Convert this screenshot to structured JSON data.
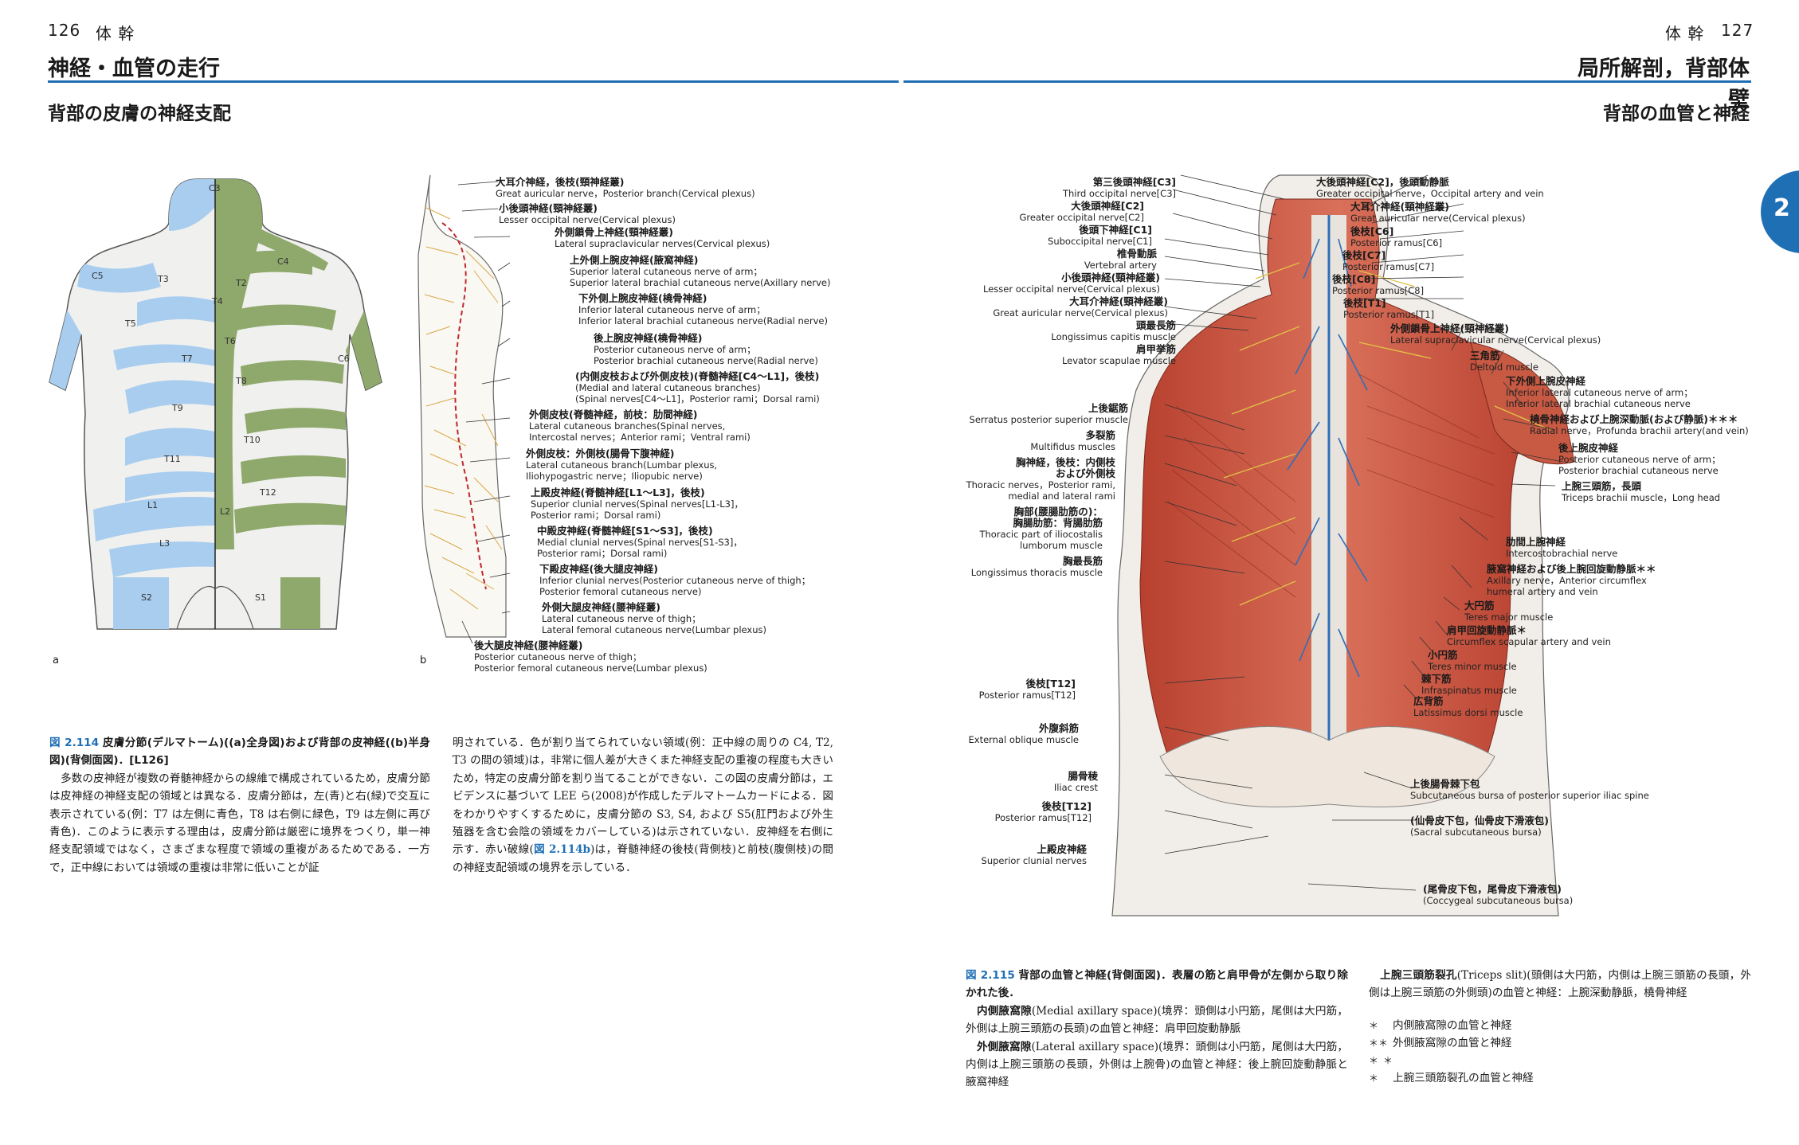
{
  "header": {
    "left_page_number": "126",
    "left_running_title": "体 幹",
    "right_running_title": "体 幹",
    "right_page_number": "127",
    "left_title": "神経・血管の走行",
    "right_title": "局所解剖，背部体壁",
    "left_subtitle": "背部の皮膚の神経支配",
    "right_subtitle": "背部の血管と神経",
    "chapter_tab": "2"
  },
  "figure_a": {
    "panel_label": "a",
    "zones": [
      "C3",
      "C5",
      "T3",
      "T5",
      "T7",
      "T9",
      "T11",
      "L1",
      "L3",
      "S2",
      "C4",
      "T2",
      "T4",
      "T6",
      "T8",
      "C6",
      "T10",
      "T12",
      "L2",
      "S1"
    ]
  },
  "figure_b": {
    "panel_label": "b",
    "labels": [
      {
        "jp": "大耳介神経，後枝(頸神経叢)",
        "en": "Great auricular nerve，Posterior branch(Cervical plexus)"
      },
      {
        "jp": "小後頭神経(頸神経叢)",
        "en": "Lesser occipital nerve(Cervical plexus)"
      },
      {
        "jp": "外側鎖骨上神経(頸神経叢)",
        "en": "Lateral supraclavicular nerves(Cervical plexus)"
      },
      {
        "jp": "上外側上腕皮神経(腋窩神経)",
        "en": "Superior lateral cutaneous nerve of arm；",
        "en2": "Superior lateral brachial cutaneous nerve(Axillary nerve)"
      },
      {
        "jp": "下外側上腕皮神経(橈骨神経)",
        "en": "Inferior lateral cutaneous nerve of arm；",
        "en2": "Inferior lateral brachial cutaneous nerve(Radial nerve)"
      },
      {
        "jp": "後上腕皮神経(橈骨神経)",
        "en": "Posterior cutaneous nerve of arm；",
        "en2": "Posterior brachial cutaneous nerve(Radial nerve)"
      },
      {
        "jp": "(内側皮枝および外側皮枝)(脊髄神経[C4～L1]，後枝)",
        "en": "(Medial and lateral cutaneous branches)",
        "en2": "(Spinal nerves[C4～L1]，Posterior rami；Dorsal rami)"
      },
      {
        "jp": "外側皮枝(脊髄神経，前枝：肋間神経)",
        "en": "Lateral cutaneous branches(Spinal nerves,",
        "en2": "Intercostal nerves；Anterior rami；Ventral rami)"
      },
      {
        "jp": "外側皮枝：外側枝(腸骨下腹神経)",
        "en": "Lateral cutaneous branch(Lumbar plexus,",
        "en2": "Iliohypogastric nerve；Iliopubic nerve)"
      },
      {
        "jp": "上殿皮神経(脊髄神経[L1～L3]，後枝)",
        "en": "Superior clunial nerves(Spinal nerves[L1-L3]，",
        "en2": "Posterior rami；Dorsal rami)"
      },
      {
        "jp": "中殿皮神経(脊髄神経[S1～S3]，後枝)",
        "en": "Medial clunial nerves(Spinal nerves[S1-S3]，",
        "en2": "Posterior rami；Dorsal rami)"
      },
      {
        "jp": "下殿皮神経(後大腿皮神経)",
        "en": "Inferior clunial nerves(Posterior cutaneous nerve of thigh；",
        "en2": "Posterior femoral cutaneous nerve)"
      },
      {
        "jp": "外側大腿皮神経(腰神経叢)",
        "en": "Lateral cutaneous nerve of thigh；",
        "en2": "Lateral femoral cutaneous nerve(Lumbar plexus)"
      },
      {
        "jp": "後大腿皮神経(腰神経叢)",
        "en": "Posterior cutaneous nerve of thigh；",
        "en2": "Posterior femoral cutaneous nerve(Lumbar plexus)"
      }
    ]
  },
  "figure_115_left_labels": [
    {
      "jp": "第三後頭神経[C3]",
      "en": "Third occipital nerve[C3]"
    },
    {
      "jp": "大後頭神経[C2]",
      "en": "Greater occipital nerve[C2]"
    },
    {
      "jp": "後頭下神経[C1]",
      "en": "Suboccipital nerve[C1]"
    },
    {
      "jp": "椎骨動脈",
      "en": "Vertebral artery"
    },
    {
      "jp": "小後頭神経(頸神経叢)",
      "en": "Lesser occipital nerve(Cervical plexus)"
    },
    {
      "jp": "大耳介神経(頸神経叢)",
      "en": "Great auricular nerve(Cervical plexus)"
    },
    {
      "jp": "頭最長筋",
      "en": "Longissimus capitis muscle"
    },
    {
      "jp": "肩甲挙筋",
      "en": "Levator scapulae muscle"
    },
    {
      "jp": "上後鋸筋",
      "en": "Serratus posterior superior muscle"
    },
    {
      "jp": "多裂筋",
      "en": "Multifidus muscles"
    },
    {
      "jp": "胸神経，後枝：内側枝",
      "jp2": "および外側枝",
      "en": "Thoracic nerves，Posterior rami,",
      "en2": "medial and lateral rami"
    },
    {
      "jp": "胸部(腰腸肋筋の)：",
      "jp2": "胸腸肋筋：背腸肋筋",
      "en": "Thoracic part of iliocostalis",
      "en2": "lumborum muscle"
    },
    {
      "jp": "胸最長筋",
      "en": "Longissimus thoracis muscle"
    },
    {
      "jp": "後枝[T12]",
      "en": "Posterior ramus[T12]"
    },
    {
      "jp": "外腹斜筋",
      "en": "External oblique muscle"
    },
    {
      "jp": "腸骨稜",
      "en": "Iliac crest"
    },
    {
      "jp": "後枝[T12]",
      "en": "Posterior ramus[T12]"
    },
    {
      "jp": "上殿皮神経",
      "en": "Superior clunial nerves"
    }
  ],
  "figure_115_right_labels": [
    {
      "jp": "大後頭神経[C2]，後頭動静脈",
      "en": "Greater occipital nerve，Occipital artery and vein"
    },
    {
      "jp": "大耳介神経(頸神経叢)",
      "en": "Great auricular nerve(Cervical plexus)"
    },
    {
      "jp": "後枝[C6]",
      "en": "Posterior ramus[C6]"
    },
    {
      "jp": "後枝[C7]",
      "en": "Posterior ramus[C7]"
    },
    {
      "jp": "後枝[C8]",
      "en": "Posterior ramus[C8]"
    },
    {
      "jp": "後枝[T1]",
      "en": "Posterior ramus[T1]"
    },
    {
      "jp": "外側鎖骨上神経(頸神経叢)",
      "en": "Lateral supraclavicular nerve(Cervical plexus)"
    },
    {
      "jp": "三角筋",
      "en": "Deltoid muscle"
    },
    {
      "jp": "下外側上腕皮神経",
      "en": "Inferior lateral cutaneous nerve of arm；",
      "en2": "Inferior lateral brachial cutaneous nerve"
    },
    {
      "jp": "橈骨神経および上腕深動脈(および静脈)＊＊＊",
      "en": "Radial nerve，Profunda brachii artery(and vein)"
    },
    {
      "jp": "後上腕皮神経",
      "en": "Posterior cutaneous nerve of arm；",
      "en2": "Posterior brachial cutaneous nerve"
    },
    {
      "jp": "上腕三頭筋，長頭",
      "en": "Triceps brachii muscle，Long head"
    },
    {
      "jp": "肋間上腕神経",
      "en": "Intercostobrachial nerve"
    },
    {
      "jp": "腋窩神経および後上腕回旋動静脈＊＊",
      "en": "Axillary nerve，Anterior circumflex",
      "en2": "humeral artery and vein"
    },
    {
      "jp": "大円筋",
      "en": "Teres major muscle"
    },
    {
      "jp": "肩甲回旋動静脈＊",
      "en": "Circumflex scapular artery and vein"
    },
    {
      "jp": "小円筋",
      "en": "Teres minor muscle"
    },
    {
      "jp": "棘下筋",
      "en": "Infraspinatus muscle"
    },
    {
      "jp": "広背筋",
      "en": "Latissimus dorsi muscle"
    },
    {
      "jp": "上後腸骨棘下包",
      "en": "Subcutaneous bursa of posterior superior iliac spine"
    },
    {
      "jp": "(仙骨皮下包，仙骨皮下滑液包)",
      "en": "(Sacral subcutaneous bursa)"
    },
    {
      "jp": "(尾骨皮下包，尾骨皮下滑液包)",
      "en": "(Coccygeal subcutaneous bursa)"
    }
  ],
  "caption_114": {
    "fig_no": "図 2.114",
    "title": "皮膚分節(デルマトーム)((a)全身図)および背部の皮神経((b)半身図)(背側面図)．[L126]",
    "col1": "多数の皮神経が複数の脊髄神経からの線維で構成されているため，皮膚分節は皮神経の神経支配の領域とは異なる．皮膚分節は，左(青)と右(緑)で交互に表示されている(例：T7 は左側に青色，T8 は右側に緑色，T9 は左側に再び青色)．このように表示する理由は，皮膚分節は厳密に境界をつくり，単一神経支配領域ではなく，さまざまな程度で領域の重複があるためである．一方で，正中線においては領域の重複は非常に低いことが証",
    "col2_pre": "明されている．色が割り当てられていない領域(例：正中線の周りの C4, T2, T3 の間の領域)は，非常に個人差が大きくまた神経支配の重複の程度も大きいため，特定の皮膚分節を割り当てることができない．この図の皮膚分節は，エビデンスに基づいて LEE ら(2008)が作成したデルマトームカードによる．図をわかりやすくするために，皮膚分節の S3, S4, および S5(肛門および外生殖器を含む会陰の領域をカバーしている)は示されていない．皮神経を右側に示す．赤い破線(",
    "col2_link": "図 2.114b",
    "col2_post": ")は，脊髄神経の後枝(背側枝)と前枝(腹側枝)の間の神経支配領域の境界を示している．"
  },
  "caption_115": {
    "fig_no": "図 2.115",
    "title": "背部の血管と神経(背側面図)．表層の筋と肩甲骨が左側から取り除かれた後．",
    "p1_term": "内側腋窩隙",
    "p1": "(Medial axillary space)(境界：頭側は小円筋，尾側は大円筋，外側は上腕三頭筋の長頭)の血管と神経：肩甲回旋動静脈",
    "p2_term": "外側腋窩隙",
    "p2": "(Lateral axillary space)(境界：頭側は小円筋，尾側は大円筋，内側は上腕三頭筋の長頭，外側は上腕骨)の血管と神経：後上腕回旋動静脈と腋窩神経",
    "p3_term": "上腕三頭筋裂孔",
    "p3": "(Triceps slit)(頭側は大円筋，内側は上腕三頭筋の長頭，外側は上腕三頭筋の外側頭)の血管と神経：上腕深動静脈，橈骨神経",
    "notes": [
      {
        "mark": "＊",
        "text": "内側腋窩隙の血管と神経"
      },
      {
        "mark": "＊＊",
        "text": "外側腋窩隙の血管と神経"
      },
      {
        "mark": "＊＊＊",
        "text": "上腕三頭筋裂孔の血管と神経"
      }
    ]
  }
}
